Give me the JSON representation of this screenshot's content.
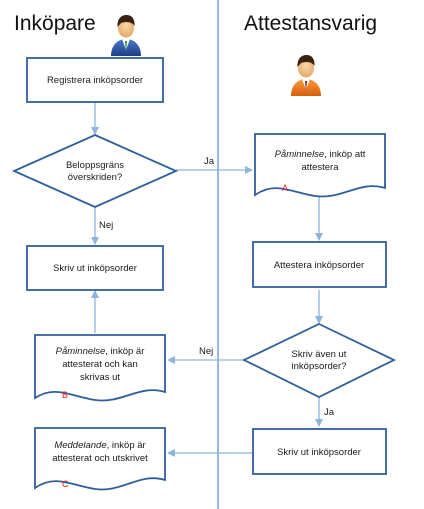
{
  "lanes": {
    "left": "Inköpare",
    "right": "Attestansvarig"
  },
  "nodes": {
    "register_order": "Registrera inköpsorder",
    "amount_limit": [
      "Beloppsgräns",
      "överskriden?"
    ],
    "print_order_left": "Skriv ut inköpsorder",
    "reminder_b": {
      "emph": "Påminnelse",
      "rest_line1": ", inköp är",
      "line2": "attesterat och kan",
      "line3": "skrivas ut",
      "marker": "B"
    },
    "message_c": {
      "emph": "Meddelande",
      "rest_line1": ", inköp är",
      "line2": "attesterat och utskrivet",
      "marker": "C"
    },
    "reminder_a": {
      "emph": "Påminnelse",
      "rest_line1": ", inköp att",
      "line2": "attestera",
      "marker": "A"
    },
    "approve_order": "Attestera inköpsorder",
    "also_print": [
      "Skriv även ut",
      "inköpsorder?"
    ],
    "print_order_right": "Skriv ut inköpsorder"
  },
  "edges": {
    "yes_1": "Ja",
    "no_1": "Nej",
    "no_2": "Nej",
    "yes_2": "Ja"
  },
  "colors": {
    "box_stroke": "#2f5f9a",
    "arrow": "#8fb4dc",
    "lane_divider": "#5b8fd0",
    "marker": "#e02020"
  }
}
